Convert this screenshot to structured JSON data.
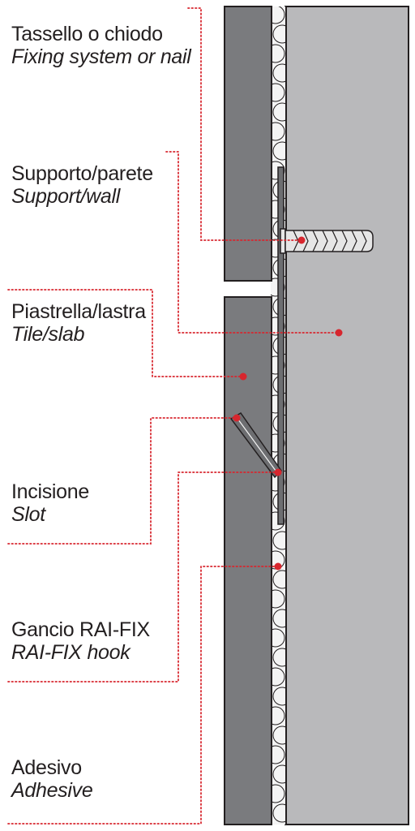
{
  "colors": {
    "tile": "#7a7b7e",
    "wall": "#b9b9bb",
    "adhesive": "#f4f4f4",
    "outline": "#231f20",
    "leader": "#d7262e",
    "hook": "#6d6e71",
    "nail": "#e6e6e6"
  },
  "labels": [
    {
      "id": "fixing",
      "italian": "Tassello o chiodo",
      "english": "Fixing system or nail"
    },
    {
      "id": "support",
      "italian": "Supporto/parete",
      "english": "Support/wall"
    },
    {
      "id": "tile",
      "italian": "Piastrella/lastra",
      "english": "Tile/slab"
    },
    {
      "id": "slot",
      "italian": "Incisione",
      "english": "Slot"
    },
    {
      "id": "hook",
      "italian": "Gancio RAI-FIX",
      "english": "RAI-FIX hook"
    },
    {
      "id": "adhesive",
      "italian": "Adesivo",
      "english": "Adhesive"
    }
  ]
}
